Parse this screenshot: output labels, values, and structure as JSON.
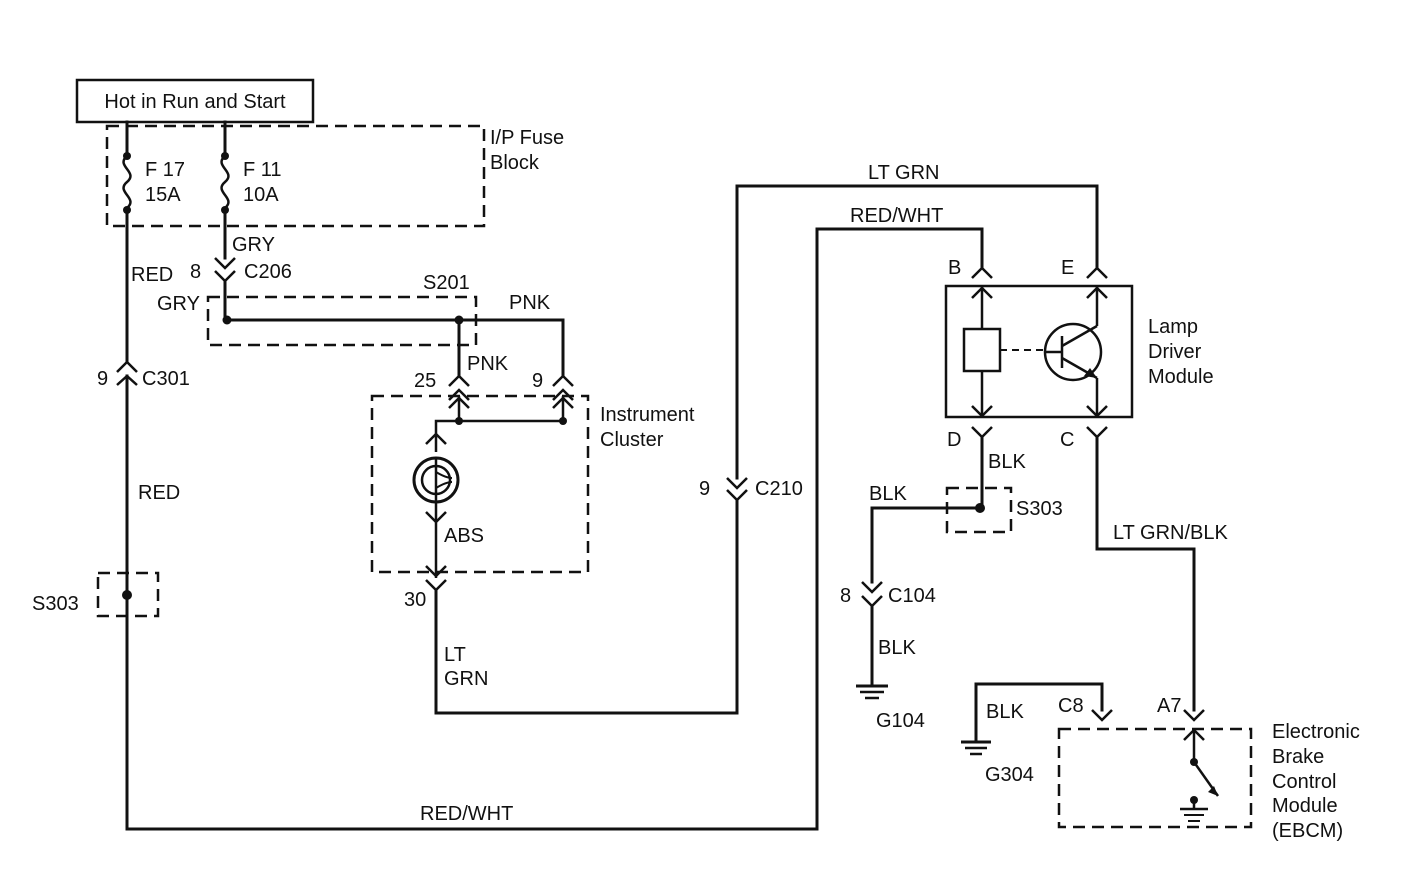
{
  "power_source": "Hot in Run and Start",
  "fuse_block": {
    "line1": "I/P Fuse",
    "line2": "Block"
  },
  "fuses": [
    {
      "name": "F 17",
      "rating": "15A"
    },
    {
      "name": "F 11",
      "rating": "10A"
    }
  ],
  "wires": {
    "gry_top": "GRY",
    "gry_left": "GRY",
    "red_top": "RED",
    "red_mid": "RED",
    "pnk_top": "PNK",
    "pnk_drop": "PNK",
    "lt_grn_top": "LT GRN",
    "red_wht_top": "RED/WHT",
    "red_wht_bottom": "RED/WHT",
    "lt_line1": "LT",
    "lt_line2": "GRN",
    "blk_d": "BLK",
    "blk_splice": "BLK",
    "blk_c104": "BLK",
    "blk_g304": "BLK",
    "lt_grn_blk": "LT GRN/BLK",
    "abs": "ABS"
  },
  "connectors": {
    "c206": {
      "name": "C206",
      "pin": "8"
    },
    "c301": {
      "name": "C301",
      "pin": "9"
    },
    "c210": {
      "name": "C210",
      "pin": "9"
    },
    "c104": {
      "name": "C104",
      "pin": "8"
    },
    "c8": "C8",
    "a7": "A7",
    "cluster_pin_25": "25",
    "cluster_pin_9": "9",
    "cluster_pin_30": "30",
    "lamp_b": "B",
    "lamp_e": "E",
    "lamp_d": "D",
    "lamp_c": "C"
  },
  "splices": {
    "s201": "S201",
    "s303_left": "S303",
    "s303_right": "S303"
  },
  "grounds": {
    "g104": "G104",
    "g304": "G304"
  },
  "instrument_cluster": {
    "line1": "Instrument",
    "line2": "Cluster"
  },
  "lamp_driver": {
    "line1": "Lamp",
    "line2": "Driver",
    "line3": "Module"
  },
  "ebcm": {
    "line1": "Electronic",
    "line2": "Brake",
    "line3": "Control",
    "line4": "Module",
    "line5": "(EBCM)"
  }
}
